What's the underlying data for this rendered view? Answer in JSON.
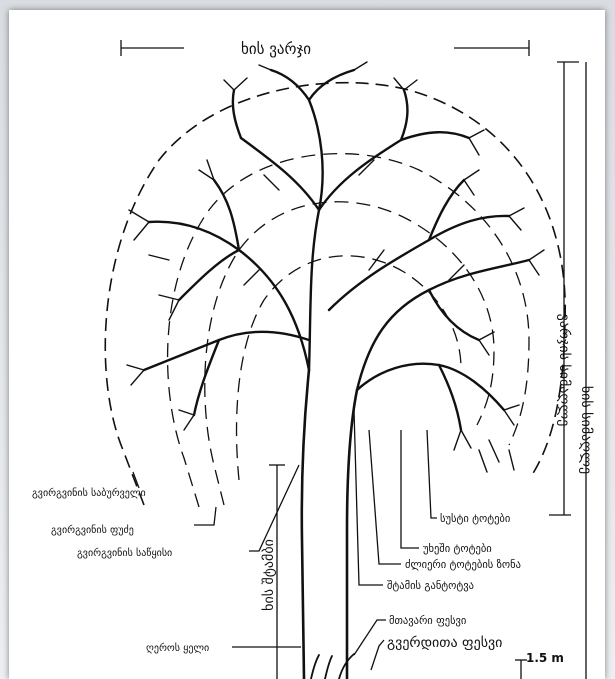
{
  "labels": {
    "crown": "ხის ვარჯი",
    "crown_height": "ვარჯის სიმაღლე",
    "tree_height": "ხის სიმაღლე",
    "trunk": "ხის შტამბი",
    "girdling_outer": "გვირგვინის საბურველი",
    "girdling_drip": "გვირგვინის ფუძე",
    "girdling_start": "გვირგვინის საწყისი",
    "thin_twigs": "სუსტი ტოტები",
    "thick_branches": "უხეში ტოტები",
    "strong_branch_zone": "ძლიერი ტოტების ზონა",
    "trunk_branching": "შტამის განტოტვა",
    "main_root": "მთავარი ფესვი",
    "lateral_root": "გვერდითა ფესვი",
    "root_collar": "ღეროს ყელი",
    "ground_measure": "1.5 m"
  }
}
